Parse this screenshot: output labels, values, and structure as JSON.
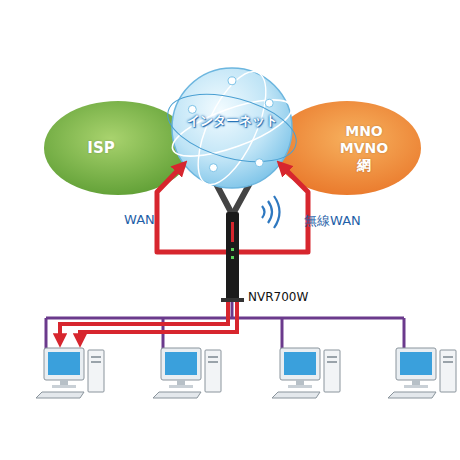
{
  "diagram": {
    "nodes": [
      {
        "text": [
          "ISP"
        ]
      },
      {
        "text": [
          "インターネット"
        ]
      },
      {
        "text": [
          "MNO MVNO網"
        ]
      },
      {
        "text": [
          "NVR700W"
        ]
      }
    ],
    "edges": [
      {
        "from": 3,
        "to": 1,
        "label": "WAN",
        "arrow": "to"
      },
      {
        "from": 3,
        "to": 1,
        "label": "無線WAN",
        "arrow": "to"
      }
    ]
  }
}
